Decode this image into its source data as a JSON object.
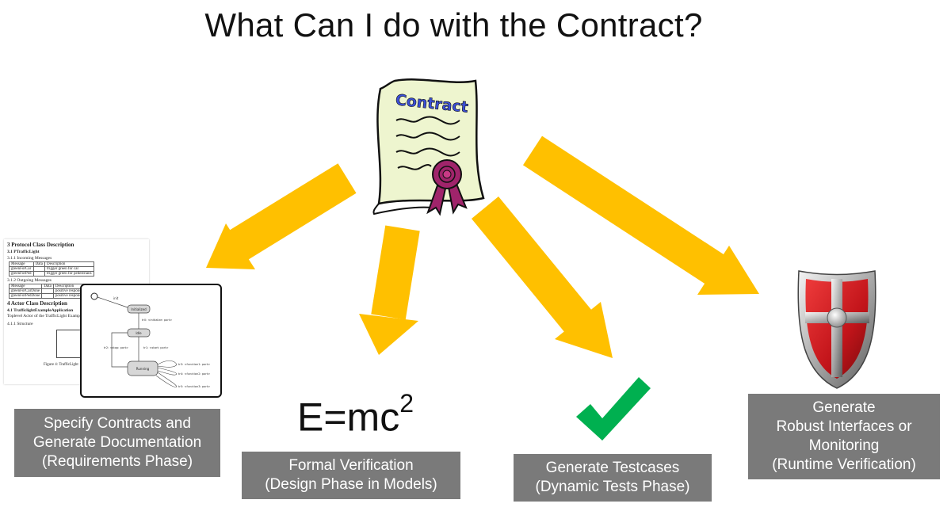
{
  "title": "What Can I do with the Contract?",
  "contract_label": "Contract",
  "formula": {
    "base": "E=mc",
    "exponent": "2"
  },
  "boxes": {
    "specify": [
      "Specify Contracts and",
      "Generate Documentation",
      "(Requirements Phase)"
    ],
    "formal": [
      "Formal Verification",
      "(Design Phase in Models)"
    ],
    "testcases": [
      "Generate Testcases",
      "(Dynamic Tests Phase)"
    ],
    "robust": [
      "Generate",
      "Robust Interfaces or",
      "Monitoring",
      "(Runtime Verification)"
    ]
  },
  "document": {
    "h1": "3   Protocol Class Description",
    "h2": "3.1   PTrafficLight",
    "h3": "3.1.1   Incoming Messages",
    "incoming_header": [
      "Message",
      "Data",
      "Description"
    ],
    "incoming_rows": [
      [
        "greenForCar",
        "",
        "trigger green for car"
      ],
      [
        "greenForPed",
        "",
        "trigger green for pedestrians"
      ]
    ],
    "h4": "3.1.2   Outgoing Messages",
    "outgoing_header": [
      "Message",
      "Data",
      "Description"
    ],
    "outgoing_rows": [
      [
        "greenForCarDone",
        "",
        "positive response"
      ],
      [
        "greenForPedDone",
        "",
        "positive response"
      ]
    ],
    "h5": "4   Actor Class Description",
    "h6": "4.1   TrafficlightExampleApplication",
    "p1": "Toplevel Actor of the TrafficLight Example App",
    "h7": "4.1.1   Structure",
    "caption": "Figure 4: TrafficLight"
  },
  "statechart": {
    "states": [
      "Initialized",
      "Idle",
      "Running"
    ],
    "transitions": [
      "init",
      "tr0: <initialize: port>",
      "tr2: <stop: port>",
      "tr1: <start: port>",
      "tr3: <function1: port>",
      "tr4: <function2: port>",
      "tr5: <function3: port>"
    ]
  },
  "colors": {
    "arrow": "#ffc000",
    "box": "#7a7a7a",
    "check": "#00b050",
    "seal": "#a0246b",
    "paper": "#eef5cf",
    "shield_red": "#cc1a1a"
  },
  "icons": [
    "contract-scroll-icon",
    "ribbon-seal-icon",
    "checkmark-icon",
    "shield-icon",
    "arrow-icon"
  ]
}
